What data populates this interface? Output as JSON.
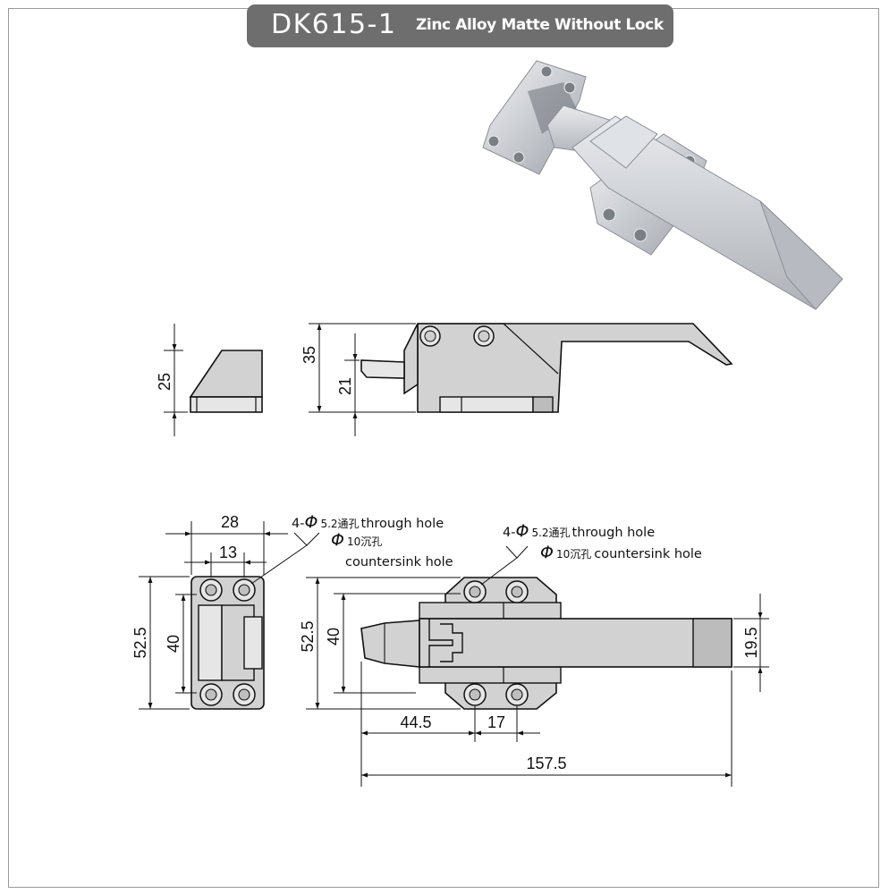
{
  "title": {
    "model": "DK615-1",
    "description": "Zinc Alloy Matte Without Lock"
  },
  "side_view": {
    "catch_height": "25",
    "latch_height": "35",
    "hook_height": "21"
  },
  "catch_plate_view": {
    "width_outer": "28",
    "hole_spacing": "13",
    "height_outer": "52.5",
    "height_inner": "40",
    "hole_note": {
      "count_prefix": "4-",
      "phi_symbol": "Φ",
      "through_spec": "5.2通孔",
      "through_label": "through hole",
      "countersink_spec": "10沉孔",
      "countersink_label": "countersink hole"
    }
  },
  "latch_front_view": {
    "height_outer": "52.5",
    "height_inner": "40",
    "handle_width": "19.5",
    "offset_to_holes": "44.5",
    "hole_spacing": "17",
    "total_length": "157.5",
    "hole_note": {
      "count_prefix": "4-",
      "phi_symbol": "Φ",
      "through_spec": "5.2通孔",
      "through_label": "through hole",
      "countersink_spec": "10沉孔",
      "countersink_label": "countersink hole"
    }
  },
  "colors": {
    "title_bg": "#6e6e6e",
    "frame": "#9a9a9a",
    "part_fill": "#d2d2d2",
    "part_light": "#e6e6e6",
    "line": "#111111"
  }
}
